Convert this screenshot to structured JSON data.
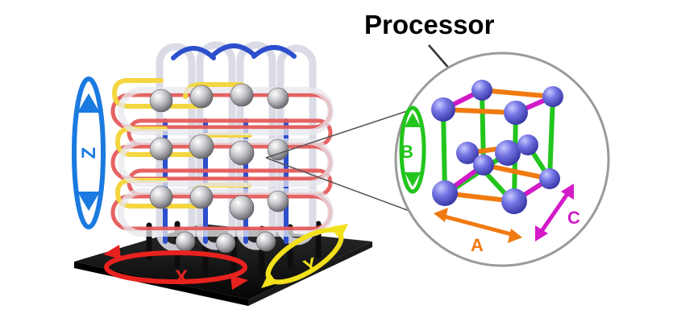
{
  "title": "Processor",
  "axes": {
    "x": {
      "label": "X",
      "color": "#e8221e"
    },
    "y": {
      "label": "Y",
      "color": "#f2e01a"
    },
    "z": {
      "label": "Z",
      "color": "#1a7ae0"
    }
  },
  "processor_axes": {
    "a": {
      "label": "A",
      "color": "#f07a10"
    },
    "b": {
      "label": "B",
      "color": "#22c51c"
    },
    "c": {
      "label": "C",
      "color": "#d21ac8"
    }
  },
  "colors": {
    "node": "#6f6fe0",
    "loop_red": "#e55b5b",
    "loop_yellow": "#f3d640",
    "loop_blue": "#2d4fcc",
    "base": "#111111"
  }
}
